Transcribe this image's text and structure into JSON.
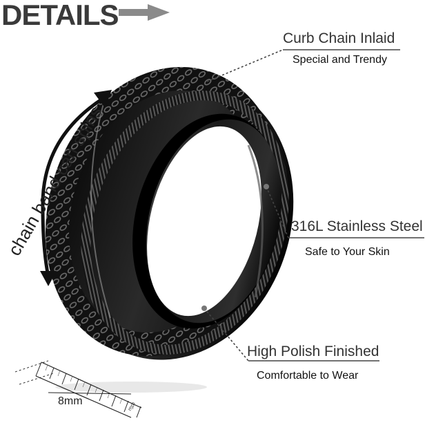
{
  "header": {
    "title": "DETAILS"
  },
  "rotation": {
    "label": "chain band can spins"
  },
  "features": [
    {
      "title": "Curb Chain Inlaid",
      "subtitle": "Special and Trendy"
    },
    {
      "title": "316L Stainless Steel",
      "subtitle": "Safe to Your Skin"
    },
    {
      "title": "High Polish Finished",
      "subtitle": "Comfortable to Wear"
    }
  ],
  "ruler": {
    "width_label": "8mm",
    "unit_label": "mm"
  },
  "colors": {
    "ring": "#141414",
    "text": "#333333",
    "arrow": "#8a8a8a"
  }
}
